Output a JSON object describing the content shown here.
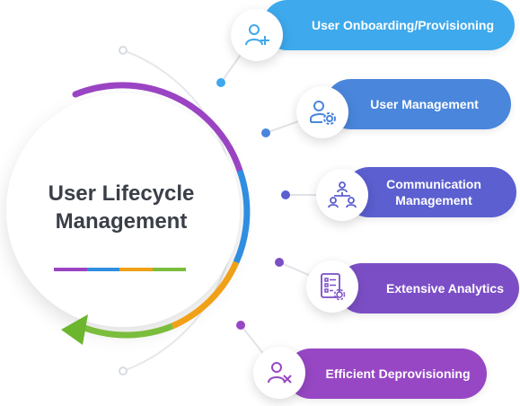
{
  "title": {
    "line1": "User Lifecycle",
    "line2": "Management"
  },
  "steps": [
    {
      "label": "User Onboarding/Provisioning",
      "icon": "user-add-icon",
      "color": "#3ea9ec"
    },
    {
      "label": "User Management",
      "icon": "user-gear-icon",
      "color": "#4a86dc"
    },
    {
      "label_lines": [
        "Communication",
        "Management"
      ],
      "icon": "team-network-icon",
      "color": "#5b5fd0"
    },
    {
      "label": "Extensive Analytics",
      "icon": "analytics-checklist-icon",
      "color": "#7c4ec6"
    },
    {
      "label": "Efficient Deprovisioning",
      "icon": "user-remove-icon",
      "color": "#9747c4"
    }
  ],
  "accent_colors": [
    "#9a44c3",
    "#2f8ee0",
    "#f0a117",
    "#7bbd3c"
  ]
}
